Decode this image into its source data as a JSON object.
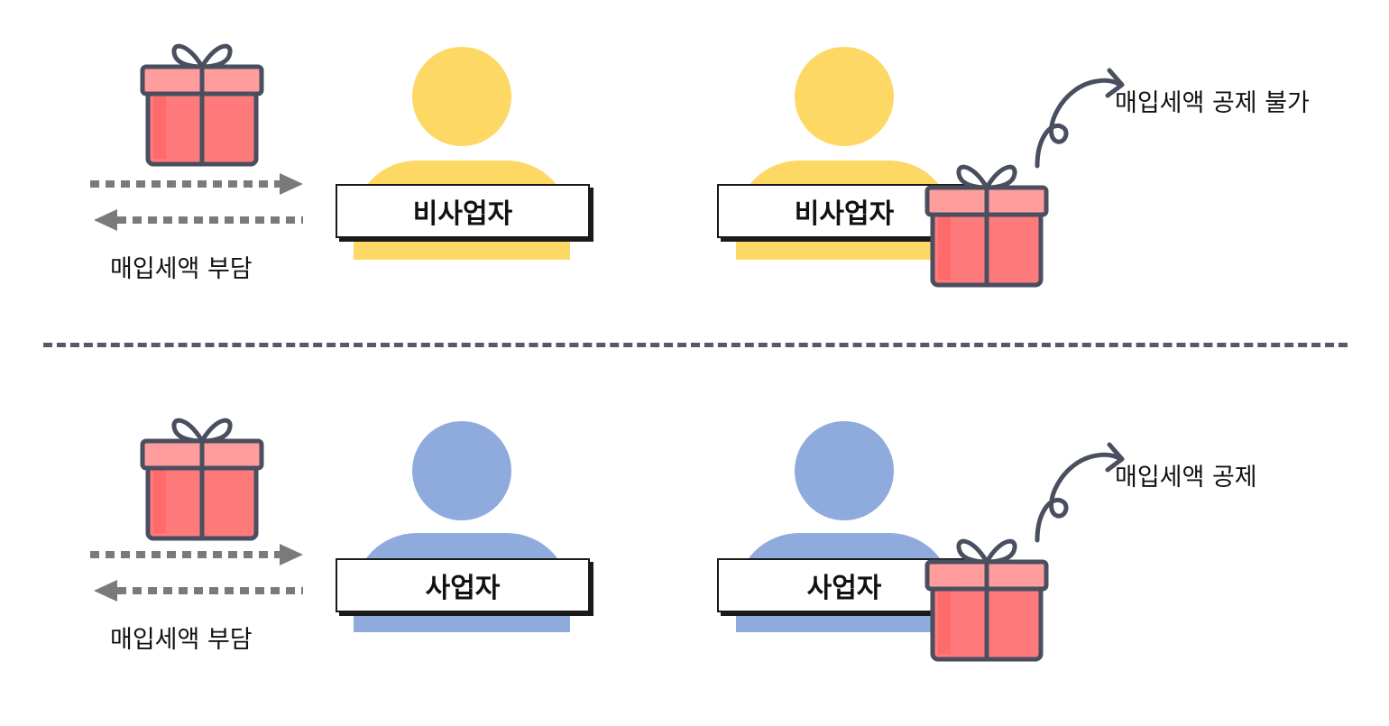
{
  "colors": {
    "non_business": "#fdd865",
    "business": "#8faadc",
    "gift_body": "#ff7b7b",
    "gift_lid": "#ff9c9c",
    "gift_outline": "#4a4f60",
    "arrow": "#7a7a7a",
    "divider": "#555a6a"
  },
  "top": {
    "left_caption": "매입세액 부담",
    "person_left_label": "비사업자",
    "person_right_label": "비사업자",
    "right_caption": "매입세액 공제 불가"
  },
  "bottom": {
    "left_caption": "매입세액 부담",
    "person_left_label": "사업자",
    "person_right_label": "사업자",
    "right_caption": "매입세액 공제"
  }
}
